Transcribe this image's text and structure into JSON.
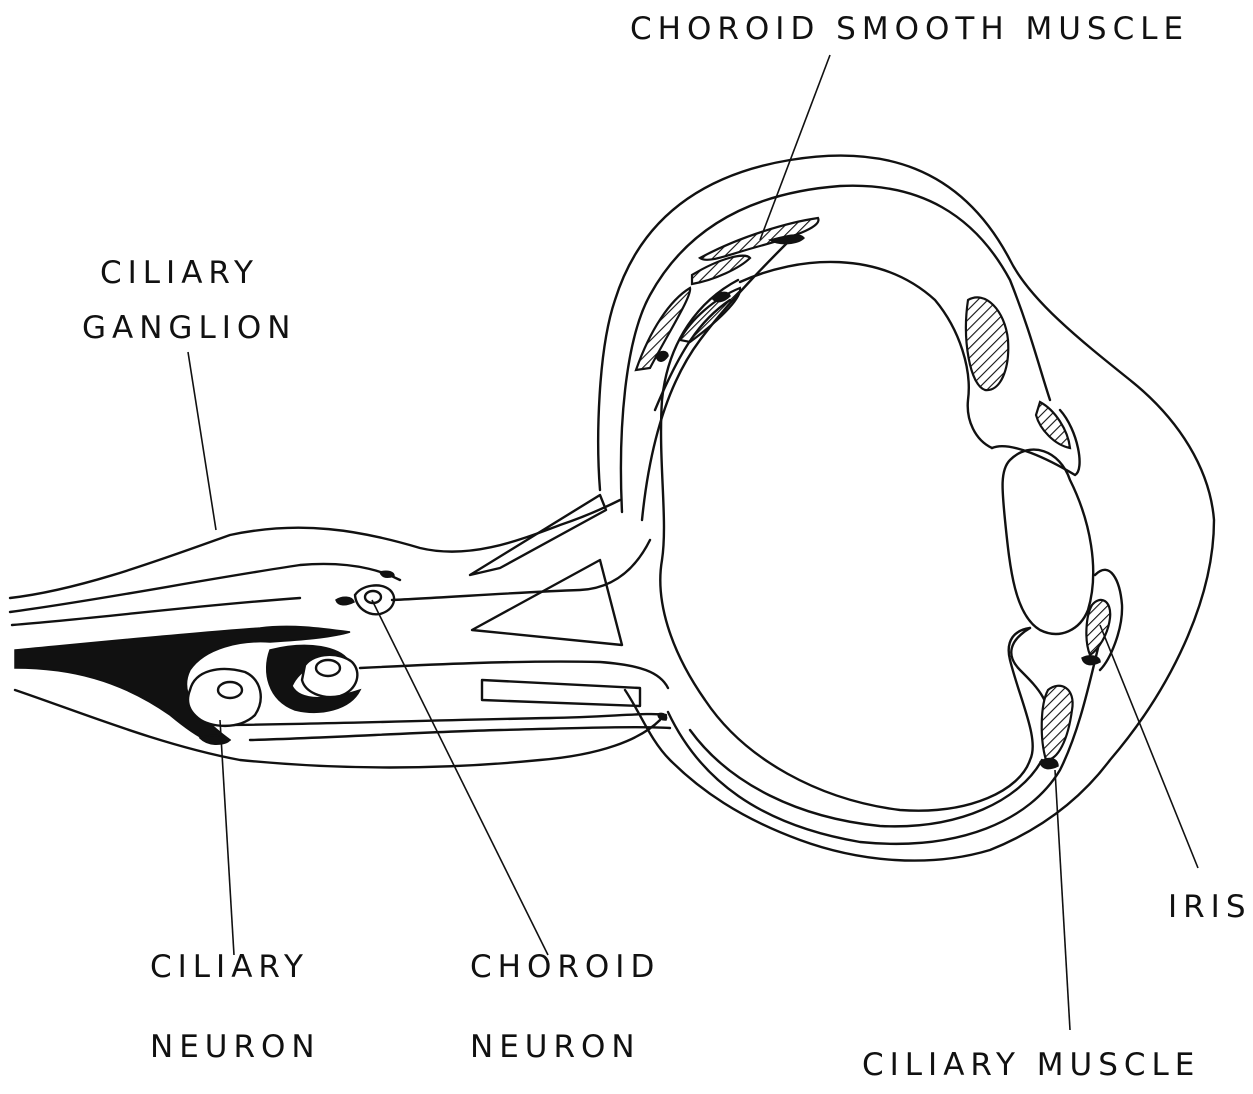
{
  "labels": {
    "choroid_smooth_muscle": "CHOROID SMOOTH MUSCLE",
    "ciliary_ganglion_line1": "CILIARY",
    "ciliary_ganglion_line2": "GANGLION",
    "ciliary_neuron_line1": "CILIARY",
    "ciliary_neuron_line2": "NEURON",
    "choroid_neuron_line1": "CHOROID",
    "choroid_neuron_line2": "NEURON",
    "iris": "IRIS",
    "ciliary_muscle": "CILIARY MUSCLE"
  }
}
